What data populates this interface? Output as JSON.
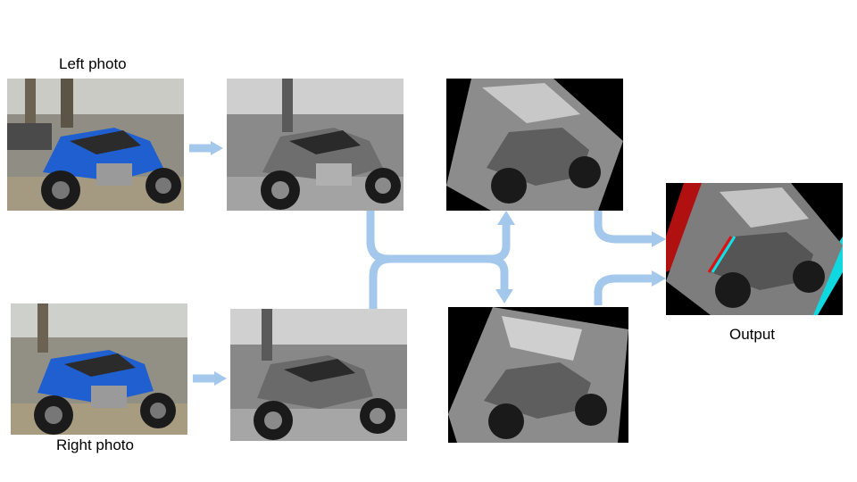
{
  "labels": {
    "left_photo": "Left photo",
    "right_photo": "Right photo",
    "output": "Output"
  },
  "colors": {
    "arrow": "#a4c8ec",
    "motorcycle_blue": "#1f5fd0",
    "background": "#ffffff",
    "black_frame": "#000000",
    "anaglyph_red": "#e01010",
    "anaglyph_cyan": "#10e0e8"
  },
  "images": {
    "left_color": "motorcycle-photo-color",
    "left_gray": "motorcycle-photo-grayscale",
    "left_rectified": "motorcycle-photo-rectified",
    "right_color": "motorcycle-photo-color",
    "right_gray": "motorcycle-photo-grayscale",
    "right_rectified": "motorcycle-photo-rectified",
    "output": "anaglyph-output"
  }
}
